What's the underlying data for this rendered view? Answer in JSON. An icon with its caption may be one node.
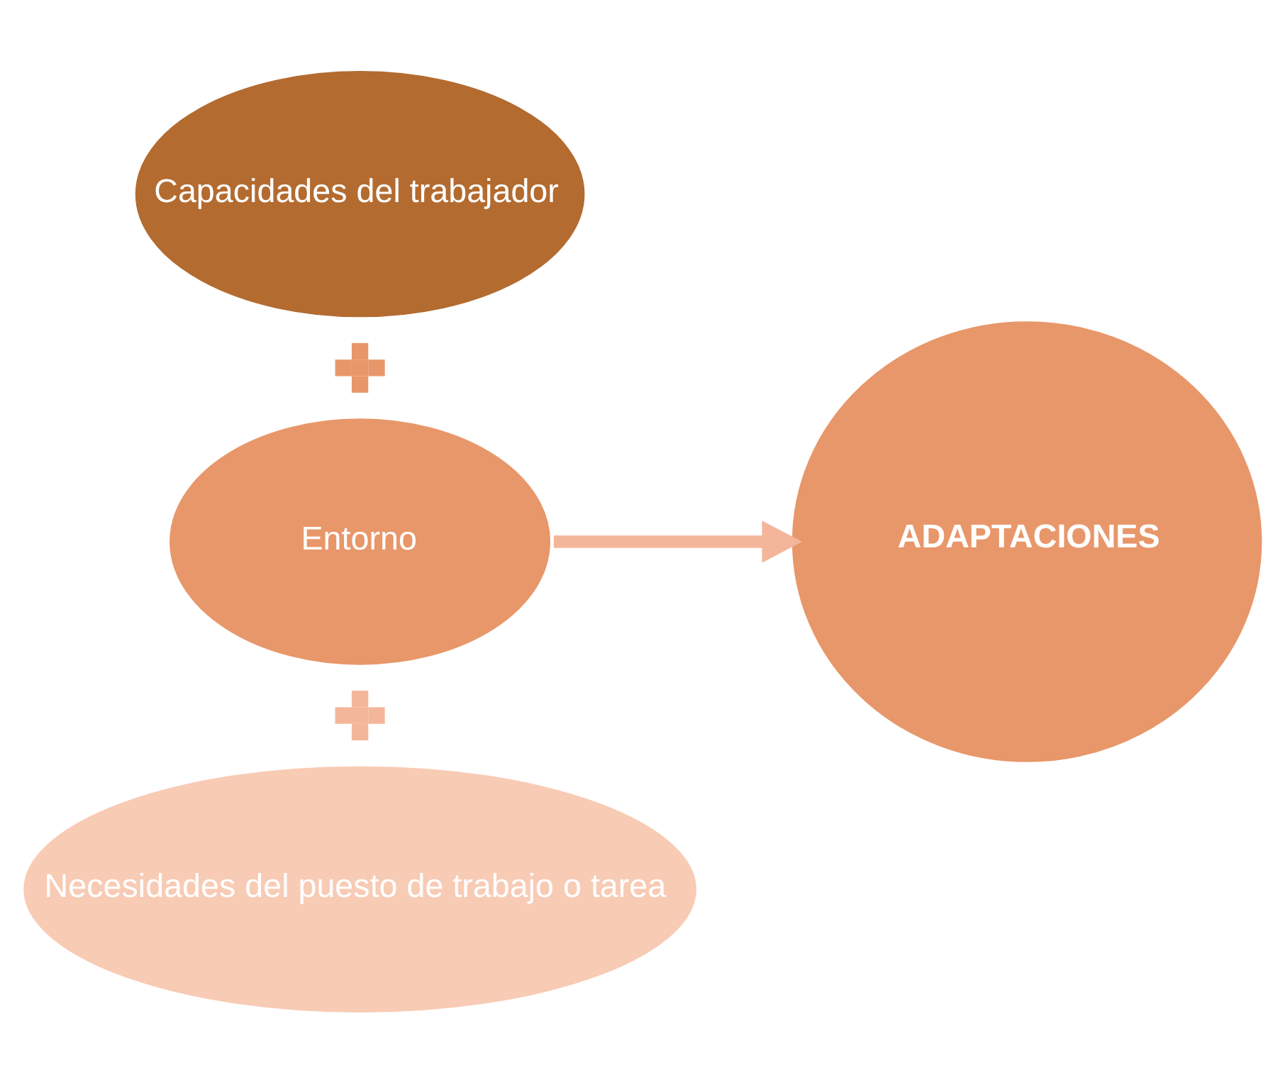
{
  "diagram": {
    "nodes": [
      {
        "text": [
          "Capacidades del trabajador"
        ]
      },
      {
        "text": [],
        "shape": "plus"
      },
      {
        "text": [
          "Entorno"
        ]
      },
      {
        "text": [],
        "shape": "plus"
      },
      {
        "text": [
          "Necesidades del puesto de trabajo o tarea"
        ]
      },
      {
        "text": [
          "ADAPTACIONES"
        ]
      }
    ],
    "edges": [
      {
        "from": 2,
        "to": 5,
        "arrow": "to"
      }
    ]
  }
}
